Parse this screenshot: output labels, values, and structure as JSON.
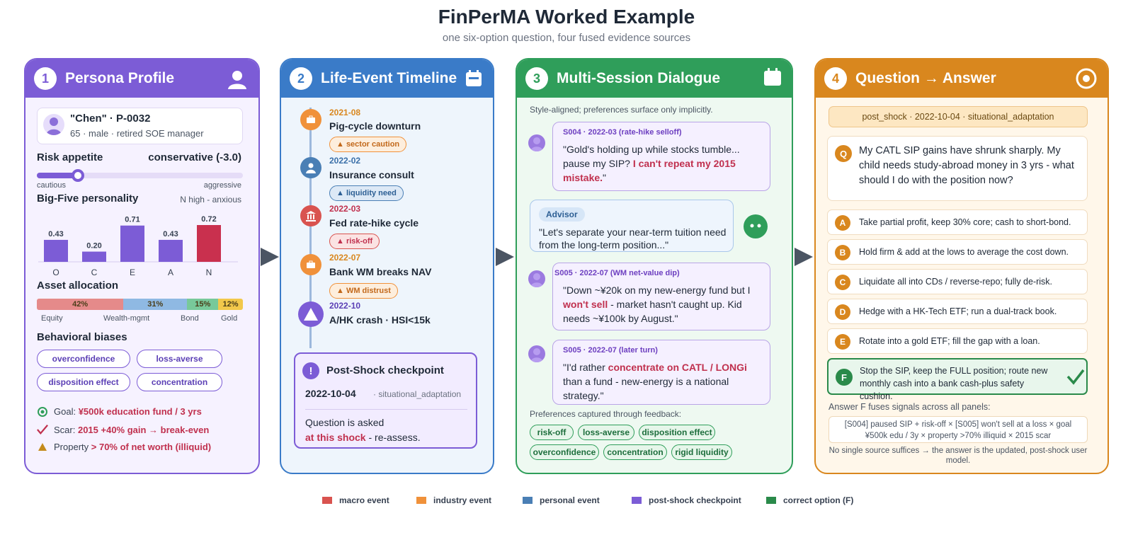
{
  "header": {
    "title": "FinPerMA Worked Example",
    "subtitle": "one six-option question, four fused evidence sources"
  },
  "colors": {
    "persona": "#7c5cd6",
    "timeline": "#3a7bc8",
    "dialogue": "#2f9e5a",
    "answer": "#d9871e",
    "macro": "#d9534f",
    "industry": "#f0913a",
    "personal": "#4a7fb5",
    "checkpoint": "#7c5cd6",
    "correct": "#2a8a4a"
  },
  "panel1": {
    "num": "1",
    "title": "Persona Profile",
    "icon": "user-icon",
    "name": "\"Chen\" · P-0032",
    "desc": "65 · male · retired SOE manager",
    "risk_label": "Risk appetite",
    "risk_value": "conservative (-3.0)",
    "risk_level_fraction": 0.2,
    "risk_min": "cautious",
    "risk_max": "aggressive",
    "bigfive_label": "Big-Five personality",
    "bigfive_note": "N high - anxious",
    "bigfive": [
      {
        "cat": "O",
        "value": 0.43,
        "label": "0.43"
      },
      {
        "cat": "C",
        "value": 0.2,
        "label": "0.20"
      },
      {
        "cat": "E",
        "value": 0.71,
        "label": "0.71"
      },
      {
        "cat": "A",
        "value": 0.43,
        "label": "0.43"
      },
      {
        "cat": "N",
        "value": 0.72,
        "label": "0.72"
      }
    ],
    "alloc_label": "Asset allocation",
    "allocation": [
      {
        "name": "Equity",
        "value": 42,
        "label": "42%",
        "color": "#e58a8a"
      },
      {
        "name": "Wealth-mgmt",
        "value": 31,
        "label": "31%",
        "color": "#8fb9e3"
      },
      {
        "name": "Bond",
        "value": 15,
        "label": "15%",
        "color": "#78c99a"
      },
      {
        "name": "Gold",
        "value": 12,
        "label": "12%",
        "color": "#f2c84b"
      }
    ],
    "bias_label": "Behavioral biases",
    "biases": [
      "overconfidence",
      "loss-averse",
      "disposition effect",
      "concentration"
    ],
    "goal_prefix": "Goal: ",
    "goal": "¥500k education fund / 3 yrs",
    "scar_prefix": "Scar: ",
    "scar": "2015 +40% gain → break-even",
    "property_prefix": "Property ",
    "property": "> 70% of net worth (illiquid)"
  },
  "panel2": {
    "num": "2",
    "title": "Life-Event Timeline",
    "icon": "calendar-icon",
    "events": [
      {
        "date": "2021-08",
        "title": "Pig-cycle downturn",
        "tag": "▲ sector caution",
        "kind": "industry"
      },
      {
        "date": "2022-02",
        "title": "Insurance consult",
        "tag": "▲ liquidity need",
        "kind": "personal"
      },
      {
        "date": "2022-03",
        "title": "Fed rate-hike cycle",
        "tag": "▲ risk-off",
        "kind": "macro"
      },
      {
        "date": "2022-07",
        "title": "Bank WM breaks NAV",
        "tag": "▲ WM distrust",
        "kind": "industry"
      },
      {
        "date": "2022-10",
        "title": "A/HK crash · HSI<15k",
        "tag": "",
        "kind": "checkpoint"
      }
    ],
    "checkpoint": {
      "icon": "!",
      "title": "Post-Shock checkpoint",
      "date": "2022-10-04",
      "type": "· situational_adaptation",
      "text1": "Question is asked",
      "text2_em": "at this shock",
      "text2_rest": " - re-assess."
    }
  },
  "panel3": {
    "num": "3",
    "title": "Multi-Session Dialogue",
    "icon": "calendar-icon",
    "note": "Style-aligned; preferences surface only implicitly.",
    "turn1": {
      "hdr": "S004 · 2022-03 (rate-hike selloff)",
      "a": "\"Gold's holding up while stocks tumble... pause my SIP? ",
      "em": "I can't repeat my 2015 mistake.",
      "b": "\""
    },
    "advisor": {
      "label": "Advisor",
      "text": "\"Let's separate your near-term tuition need from the long-term position...\""
    },
    "turn2": {
      "hdr": "S005 · 2022-07 (WM net-value dip)",
      "a": "\"Down ~¥20k on my new-energy fund but I ",
      "em": "won't sell",
      "b": " - market hasn't caught up. Kid needs ~¥100k by August.\""
    },
    "turn3": {
      "hdr": "S005 · 2022-07 (later turn)",
      "a": "\"I'd rather ",
      "em": "concentrate on CATL / LONGi",
      "b": " than a fund - new-energy is a national strategy.\""
    },
    "pref_label": "Preferences captured through feedback:",
    "prefs": [
      "risk-off",
      "loss-averse",
      "disposition effect",
      "overconfidence",
      "concentration",
      "rigid liquidity"
    ]
  },
  "panel4": {
    "num": "4",
    "title": "Question → Answer",
    "icon": "target-icon",
    "meta": "post_shock · 2022-10-04 · situational_adaptation",
    "q_letter": "Q",
    "question": "My CATL SIP gains have shrunk sharply. My child needs study-abroad money in 3 yrs - what should I do with the position now?",
    "options": [
      {
        "letter": "A",
        "text": "Take partial profit, keep 30% core; cash to short-bond."
      },
      {
        "letter": "B",
        "text": "Hold firm & add at the lows to average the cost down."
      },
      {
        "letter": "C",
        "text": "Liquidate all into CDs / reverse-repo; fully de-risk."
      },
      {
        "letter": "D",
        "text": "Hedge with a HK-Tech ETF; run a dual-track book."
      },
      {
        "letter": "E",
        "text": "Rotate into a gold ETF; fill the gap with a loan."
      }
    ],
    "correct": {
      "letter": "F",
      "text": "Stop the SIP, keep the FULL position; route new monthly cash into a bank cash-plus safety cushion."
    },
    "fuse_label": "Answer F fuses signals across all panels:",
    "fuse_text": "[S004] paused SIP + risk-off × [S005] won't sell at a loss × goal ¥500k edu / 3y × property >70% illiquid × 2015 scar",
    "footer": "No single source suffices → the answer is the updated, post-shock user model."
  },
  "legend": [
    {
      "label": "macro event",
      "color": "#d9534f"
    },
    {
      "label": "industry event",
      "color": "#f0913a"
    },
    {
      "label": "personal event",
      "color": "#4a7fb5"
    },
    {
      "label": "post-shock checkpoint",
      "color": "#7c5cd6"
    },
    {
      "label": "correct option (F)",
      "color": "#2a8a4a"
    }
  ]
}
